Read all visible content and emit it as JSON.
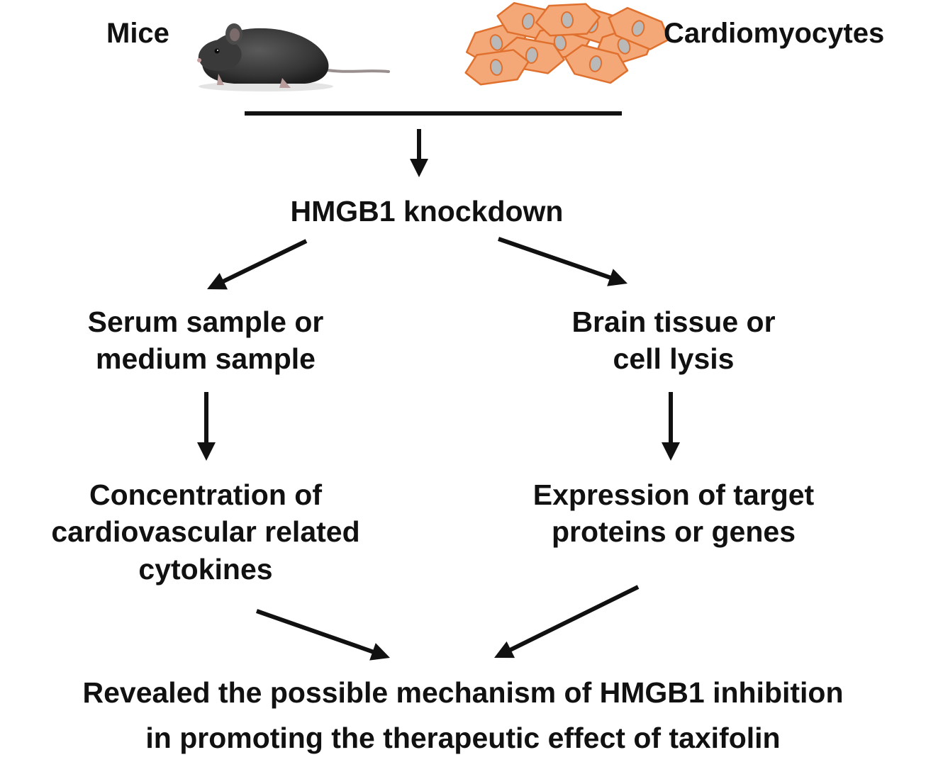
{
  "top": {
    "mice_label": "Mice",
    "cells_label": "Cardiomyocytes"
  },
  "step1": {
    "label": "HMGB1 knockdown"
  },
  "left_branch": {
    "sample_line1": "Serum sample or",
    "sample_line2": "medium sample",
    "result_line1": "Concentration of",
    "result_line2": "cardiovascular related",
    "result_line3": "cytokines"
  },
  "right_branch": {
    "sample_line1": "Brain tissue or",
    "sample_line2": "cell lysis",
    "result_line1": "Expression of target",
    "result_line2": "proteins or genes"
  },
  "conclusion": {
    "line1": "Revealed the possible mechanism of HMGB1 inhibition",
    "line2": "in promoting the therapeutic effect of taxifolin"
  },
  "colors": {
    "text": "#111111",
    "arrow": "#111111",
    "mouse_body": "#3b3b3b",
    "cell_fill": "#f4a877",
    "cell_stroke": "#e0702e",
    "nucleus_fill": "#b9b9b9"
  }
}
